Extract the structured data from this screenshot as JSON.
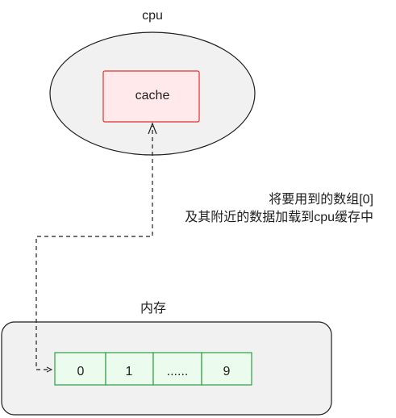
{
  "colors": {
    "stroke": "#1e1e1e",
    "container_fill": "#f1f1f1",
    "cache_fill": "#ffe9ea",
    "cache_stroke": "#e03131",
    "array_fill": "#ebfbee",
    "array_stroke": "#2f9e44"
  },
  "cpu": {
    "title": "cpu",
    "cache_label": "cache"
  },
  "memory": {
    "title": "内存",
    "cells": [
      "0",
      "1",
      "......",
      "9"
    ]
  },
  "arrow": {
    "note_line1": "将要用到的数组[0]",
    "note_line2": "及其附近的数据加载到cpu缓存中"
  }
}
